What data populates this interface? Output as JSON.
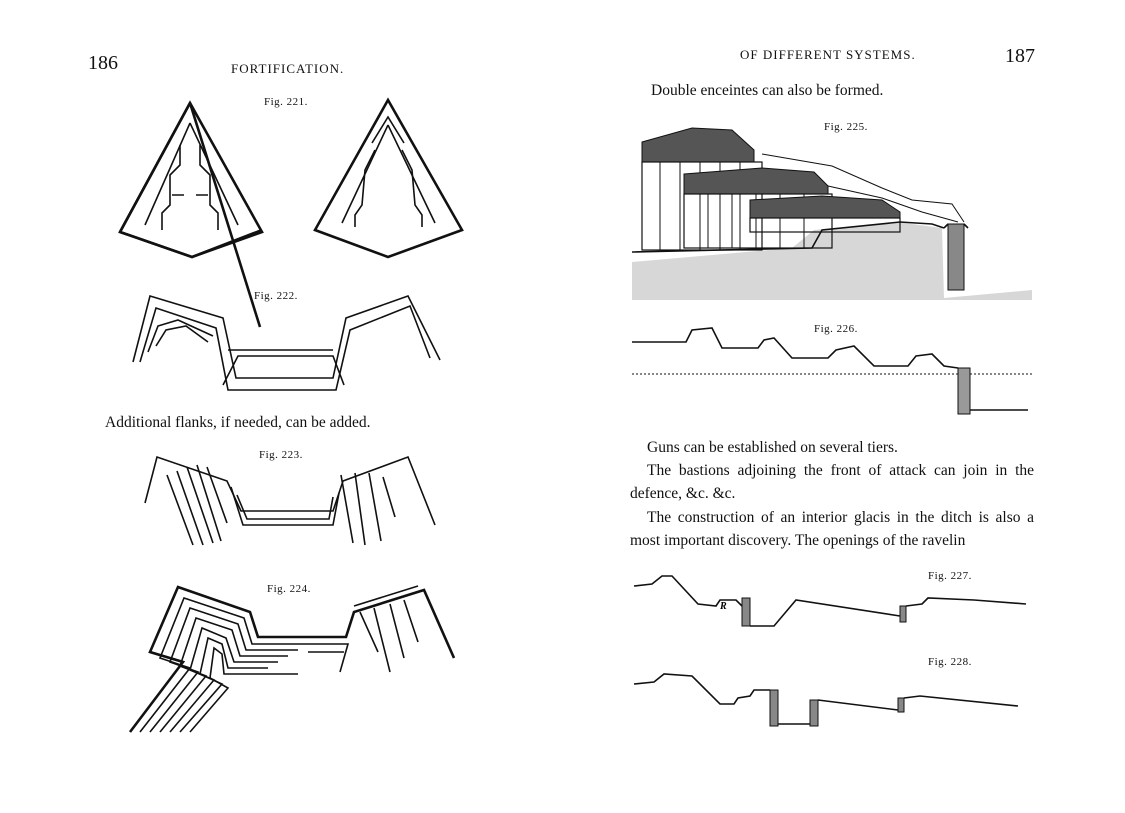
{
  "left_page": {
    "page_number": "186",
    "running_head": "FORTIFICATION.",
    "figures": [
      {
        "id": "fig221",
        "label": "Fig. 221."
      },
      {
        "id": "fig222",
        "label": "Fig. 222."
      },
      {
        "id": "fig223",
        "label": "Fig. 223."
      },
      {
        "id": "fig224",
        "label": "Fig. 224."
      }
    ],
    "text_additional_flanks": "Additional flanks, if needed, can be added."
  },
  "right_page": {
    "page_number": "187",
    "running_head": "OF DIFFERENT SYSTEMS.",
    "text_double_enceintes": "Double enceintes can also be formed.",
    "figures": [
      {
        "id": "fig225",
        "label": "Fig. 225."
      },
      {
        "id": "fig226",
        "label": "Fig. 226."
      },
      {
        "id": "fig227",
        "label": "Fig. 227.",
        "annotation": "R"
      },
      {
        "id": "fig228",
        "label": "Fig. 228."
      }
    ],
    "paragraphs": [
      "Guns can be established on several tiers.",
      "The bastions adjoining the front of attack can join in the defence, &c. &c.",
      "The construction of an interior glacis in the ditch is also a most important discovery.  The openings of the ravelin"
    ]
  }
}
